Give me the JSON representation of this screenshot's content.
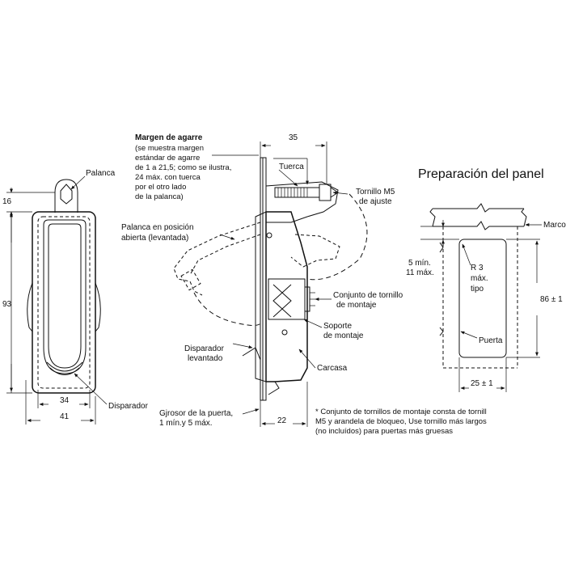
{
  "title": "Preparación del panel",
  "labels": {
    "palanca": "Palanca",
    "disparador": "Disparador",
    "margen_title": "Margen de agarre",
    "margen_lines": [
      "(se muestra margen",
      "estándar de agarre",
      "de 1 a 21,5; como se ilustra,",
      "24 máx. con tuerca",
      "por el otro lado",
      "de la palanca)"
    ],
    "palanca_abierta": [
      "Palanca en posición",
      "abierta (levantada)"
    ],
    "tuerca": "Tuerca",
    "tornillo_m5": [
      "Tornillo M5",
      "de ajuste"
    ],
    "conjunto": [
      "Conjunto de tornillo",
      "de montaje"
    ],
    "soporte": [
      "Soporte",
      "de montaje"
    ],
    "disparador_levantado": [
      "Disparador",
      "levantado"
    ],
    "carcasa": "Carcasa",
    "grosor": [
      "Gjrosor de la puerta,",
      "1 mín.y 5 máx."
    ],
    "marco": "Marco",
    "min_max": [
      "5 mín.",
      "11 máx."
    ],
    "radio": [
      "R 3",
      "máx.",
      "tipo"
    ],
    "puerta": "Puerta"
  },
  "dimensions": {
    "d16": "16",
    "d93": "93",
    "d34": "34",
    "d41": "41",
    "d35": "35",
    "d22": "22",
    "d86": "86 ± 1",
    "d25": "25 ± 1"
  },
  "footnote": [
    "* Conjunto de tornillos de montaje consta de tornill",
    "M5 y arandela de bloqueo, Use tornillo más largos",
    "(no incluídos) para puertas más gruesas"
  ]
}
